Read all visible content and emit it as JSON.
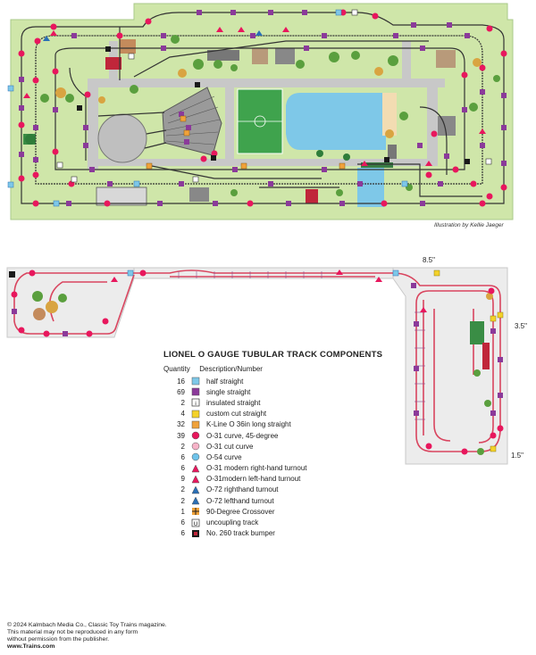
{
  "credit": "Illustration by Kellie Jaeger",
  "dimensions": {
    "top": "8.5\"",
    "right_upper": "3.5\"",
    "right_lower": "1.5\""
  },
  "legend": {
    "title": "LIONEL O GAUGE TUBULAR TRACK COMPONENTS",
    "quantity_header": "Quantity",
    "description_header": "Description/Number",
    "items": [
      {
        "qty": "16",
        "desc": "half straight",
        "symbol": "half-straight-icon",
        "color": "#7ec8e8"
      },
      {
        "qty": "69",
        "desc": "single straight",
        "symbol": "single-straight-icon",
        "color": "#8b3a9a"
      },
      {
        "qty": "2",
        "desc": "insulated straight",
        "symbol": "insulated-straight-icon",
        "color": "#ffffff"
      },
      {
        "qty": "4",
        "desc": "custom cut straight",
        "symbol": "custom-cut-straight-icon",
        "color": "#f4d22a"
      },
      {
        "qty": "32",
        "desc": "K-Line O 36in long straight",
        "symbol": "long-straight-icon",
        "color": "#f0a23a"
      },
      {
        "qty": "39",
        "desc": "O-31 curve, 45-degree",
        "symbol": "o31-curve-icon",
        "color": "#e8175d"
      },
      {
        "qty": "2",
        "desc": "O-31 cut curve",
        "symbol": "o31-cut-curve-icon",
        "color": "#f7b3c8"
      },
      {
        "qty": "6",
        "desc": "O-54 curve",
        "symbol": "o54-curve-icon",
        "color": "#6ec3ea"
      },
      {
        "qty": "6",
        "desc": "O-31 modern right-hand turnout",
        "symbol": "o31-right-turnout-icon",
        "color": "#e8175d"
      },
      {
        "qty": "9",
        "desc": "O-31modern left-hand turnout",
        "symbol": "o31-left-turnout-icon",
        "color": "#e8175d"
      },
      {
        "qty": "2",
        "desc": "O-72 righthand turnout",
        "symbol": "o72-right-turnout-icon",
        "color": "#2a6fb5"
      },
      {
        "qty": "2",
        "desc": "O-72 lefthand turnout",
        "symbol": "o72-left-turnout-icon",
        "color": "#2a6fb5"
      },
      {
        "qty": "1",
        "desc": "90-Degree Crossover",
        "symbol": "crossover-icon",
        "color": "#f0a23a"
      },
      {
        "qty": "6",
        "desc": "uncoupling track",
        "symbol": "uncoupling-track-icon",
        "color": "#ffffff"
      },
      {
        "qty": "6",
        "desc": "No. 260 track bumper",
        "symbol": "track-bumper-icon",
        "color": "#1a1a1a"
      }
    ]
  },
  "footer": {
    "line1": "© 2024 Kalmbach Media Co., Classic Toy Trains magazine.",
    "line2": "This material may not be reproduced in any form",
    "line3": "without permission from the publisher.",
    "url": "www.Trains.com"
  },
  "colors": {
    "baseboard": "#cfe6a9",
    "baseboard_edge": "#a9c98a",
    "grass_field": "#3fa34d",
    "pond": "#7ec8e8",
    "road": "#c8c8c8",
    "turntable": "#bfbfbf",
    "track_rail": "#333333",
    "track_red": "#d9455f",
    "lower_board": "#ececec"
  }
}
